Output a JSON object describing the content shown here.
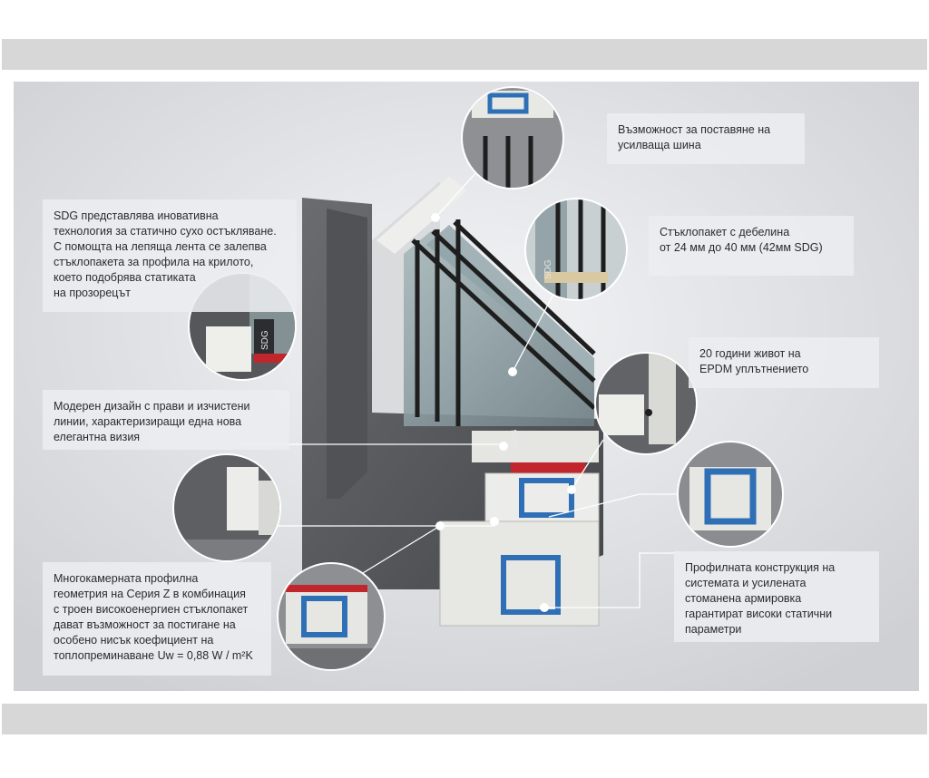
{
  "labels": {
    "reinforcement_rail": "Възможност за поставяне на\nусилваща шина",
    "sdg": "SDG представлява иновативна\nтехнология за статично сухо остъкляване.\nС помощта на лепяща лента се залепва\nстъклопакета за профила на крилото,\nкоето подобрява статиката\nна прозорецът",
    "glass_thickness": "Стъклопакет с дебелина\nот 24 мм до 40 мм (42мм SDG)",
    "epdm_seal": "20 години живот на\nEPDM уплътнението",
    "modern_design": "Модерен дизайн с прави и изчистени\nлинии, характеризиращи една нова\nелегантна визия",
    "profile_construction": "Профилната конструкция на\nсистемата и усилената\nстоманена армировка\nгарантират високи статични\nпараметри",
    "multichamber": "Многокамерната профилна\nгеометрия на Серия Z в комбинация\nс троен високоенергиен стъклопакет\nдават възможност за постигане на\nособено нисък коефициент на\nтоплопреминаване Uw = 0,88 W / m²K"
  },
  "glass_marks": {
    "sdg_text": "SDG"
  },
  "colors": {
    "frame_gray": "#5a5c60",
    "pvc_white": "#e9e9e6",
    "steel_blue": "#2f6fb5",
    "gasket_red": "#c0262c",
    "glass_tint": "#7f9196"
  }
}
